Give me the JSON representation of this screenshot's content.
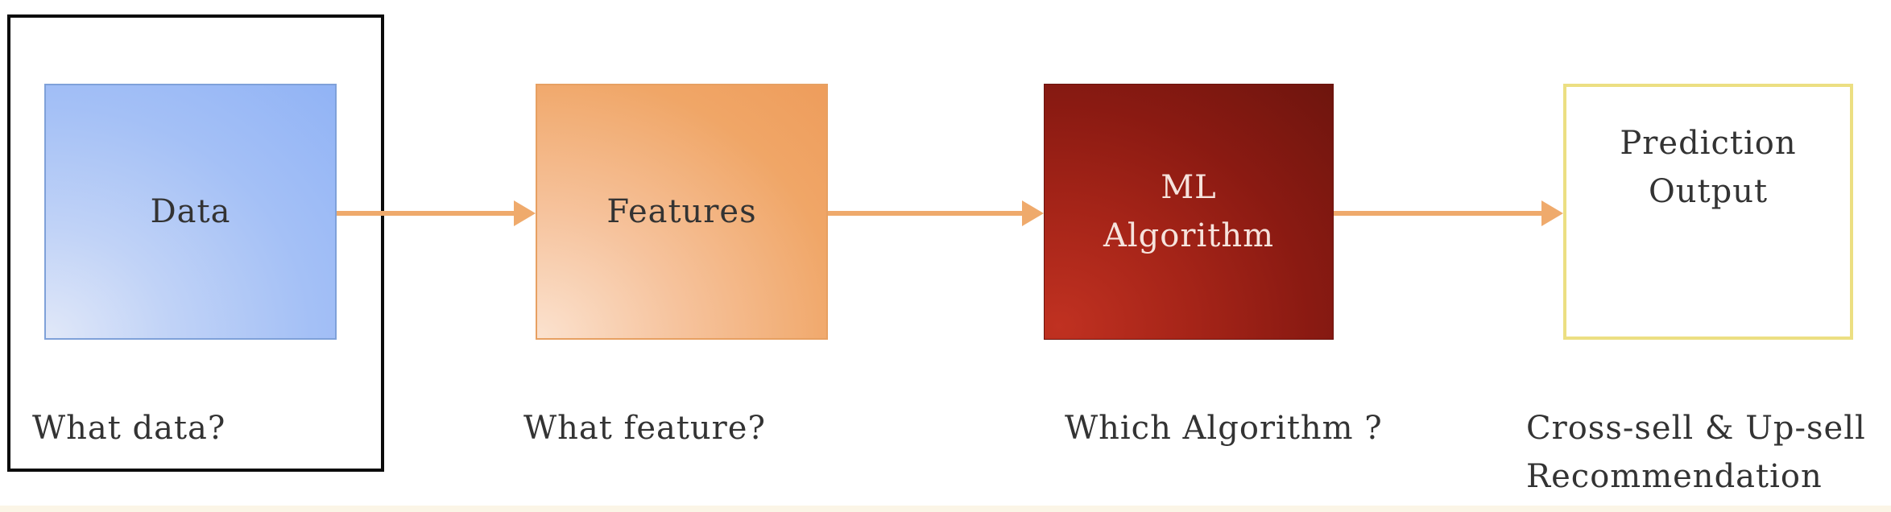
{
  "colors": {
    "background": "#ffffff",
    "border_band": "#fbf5e6",
    "arrow": "#efaa6c",
    "data_box": "#a4c0f6",
    "features_box": "#f0a667",
    "ml_box": "#8a1a12",
    "output_border": "#ecdf82",
    "highlight_frame": "#0b0b0b"
  },
  "steps": [
    {
      "title": "Data",
      "question": "What data?"
    },
    {
      "title": "Features",
      "question": "What feature?"
    },
    {
      "title_lines": [
        "ML",
        "Algorithm"
      ],
      "question": "Which Algorithm ?"
    },
    {
      "title_lines": [
        "Prediction",
        "Output"
      ],
      "question_lines": [
        "Cross-sell & Up-sell",
        "Recommendation"
      ]
    }
  ]
}
